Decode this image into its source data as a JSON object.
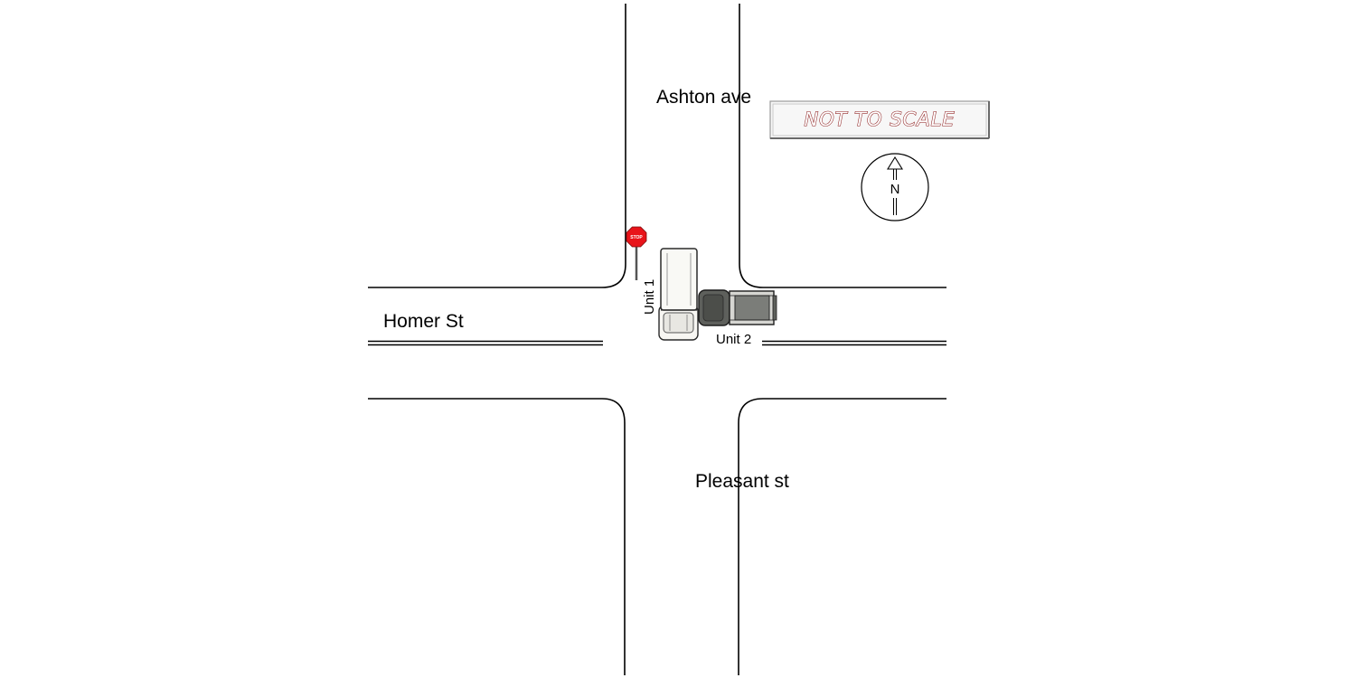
{
  "streets": {
    "north": "Ashton ave",
    "west": "Homer St",
    "south": "Pleasant st"
  },
  "units": {
    "unit1": "Unit 1",
    "unit2": "Unit 2"
  },
  "scale_note": "NOT TO SCALE",
  "north_arrow": {
    "letter": "N",
    "icon": "north-arrow-icon"
  },
  "stop_sign": {
    "text": "STOP",
    "color": "#e8141a"
  },
  "colors": {
    "road_line": "#000000",
    "scale_text": "#8b1a1a",
    "unit1_body": "#f7f6f2",
    "unit2_body": "#5e605c"
  }
}
